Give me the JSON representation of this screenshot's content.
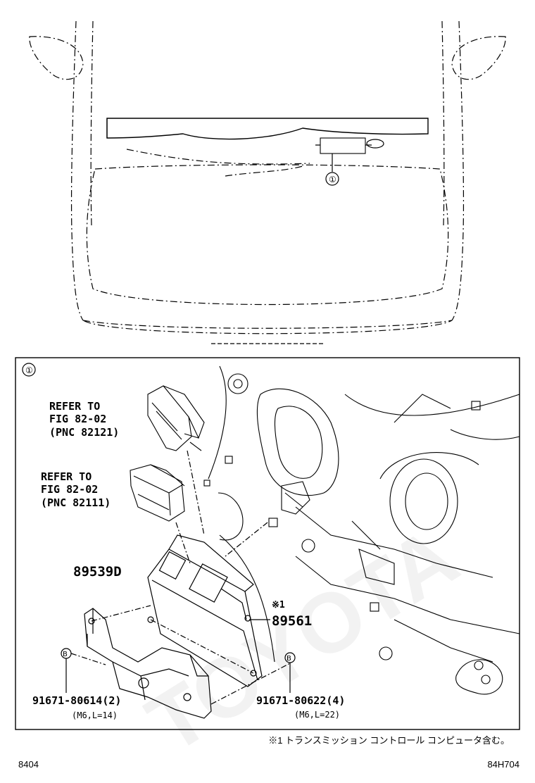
{
  "overview": {
    "callout_marker": "①"
  },
  "detail": {
    "panel_marker": "①",
    "refer_1": {
      "line1": "REFER TO",
      "line2": "FIG 82-02",
      "line3": "(PNC 82121)"
    },
    "refer_2": {
      "line1": "REFER TO",
      "line2": "FIG 82-02",
      "line3": "(PNC 82111)"
    },
    "part_bracket": "89539D",
    "part_ecu_mark": "※1",
    "part_ecu": "89561",
    "bolt_left": {
      "marker": "B",
      "number": "91671-80614(2)",
      "spec": "(M6,L=14)"
    },
    "bolt_right": {
      "marker": "B",
      "number": "91671-80622(4)",
      "spec": "(M6,L=22)"
    },
    "note": "※1 トランスミッション コントロール コンピュータ含む。"
  },
  "footer": {
    "left_code": "8404",
    "right_code": "84H704"
  },
  "watermark": "TOYOTA"
}
